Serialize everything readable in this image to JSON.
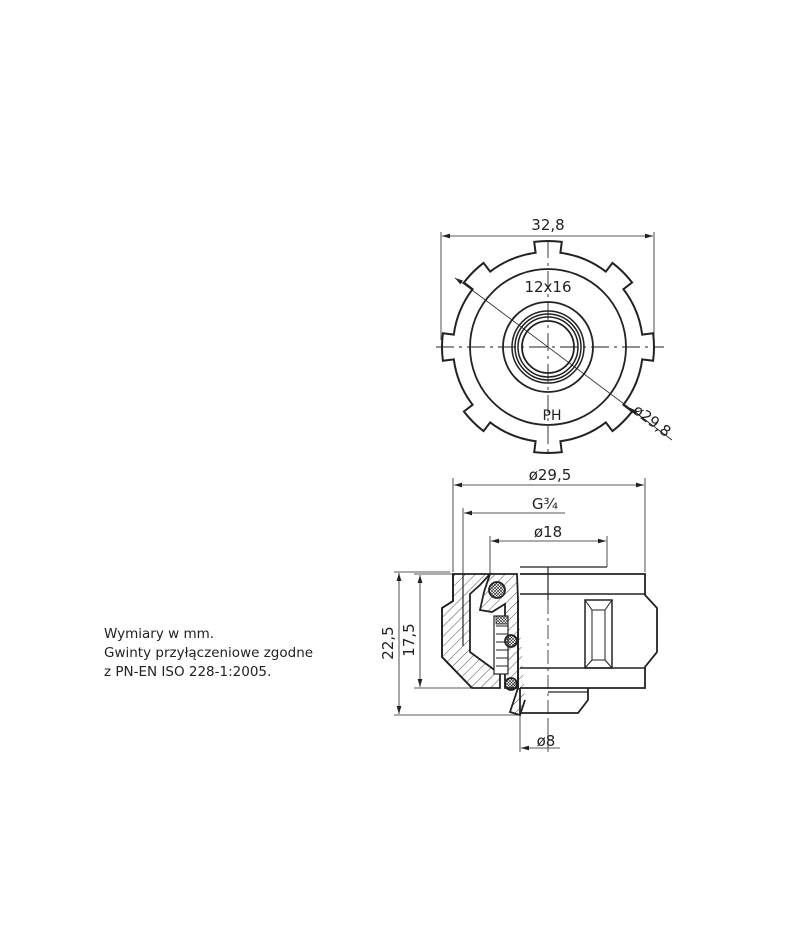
{
  "front_view": {
    "width_dim": "32,8",
    "size_label": "12x16",
    "marking": "PH",
    "diameter_dim": "ø29,8"
  },
  "side_view": {
    "outer_diameter_dim": "ø29,5",
    "thread_dim": "G¾",
    "inner_diameter_dim": "ø18",
    "total_height_dim": "22,5",
    "body_height_dim": "17,5",
    "bore_dim": "ø8"
  },
  "notes": [
    "Wymiary w mm.",
    "Gwinty przyłączeniowe zgodne",
    "z PN-EN ISO 228-1:2005."
  ]
}
